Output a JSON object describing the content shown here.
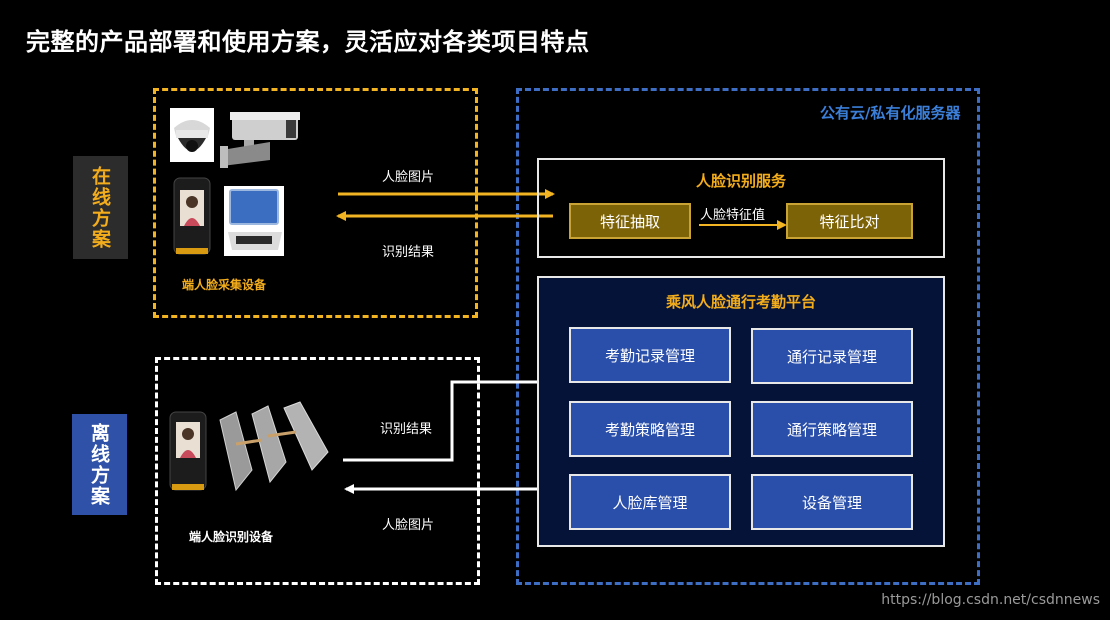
{
  "title": "完整的产品部署和使用方案，灵活应对各类项目特点",
  "online_tag": "在线方案",
  "offline_tag": "离线方案",
  "online_devices": {
    "label": "端人脸采集设备"
  },
  "offline_devices": {
    "label": "端人脸识别设备"
  },
  "arrows": {
    "online_upload": "人脸图片",
    "online_result": "识别结果",
    "offline_result": "识别结果",
    "offline_download": "人脸图片"
  },
  "server": {
    "label": "公有云/私有化服务器",
    "face_service": {
      "title": "人脸识别服务",
      "extract": "特征抽取",
      "feature_value": "人脸特征值",
      "compare": "特征比对"
    },
    "platform": {
      "title": "乘风人脸通行考勤平台",
      "modules": [
        "考勤记录管理",
        "通行记录管理",
        "考勤策略管理",
        "通行策略管理",
        "人脸库管理",
        "设备管理"
      ]
    }
  },
  "colors": {
    "background": "#000000",
    "gold": "#f3ad1c",
    "server_border": "#3d6ec4",
    "module_blue": "#2a4fab",
    "platform_bg": "#041337",
    "feature_box": "#7d6307"
  },
  "watermark": "https://blog.csdn.net/csdnnews"
}
